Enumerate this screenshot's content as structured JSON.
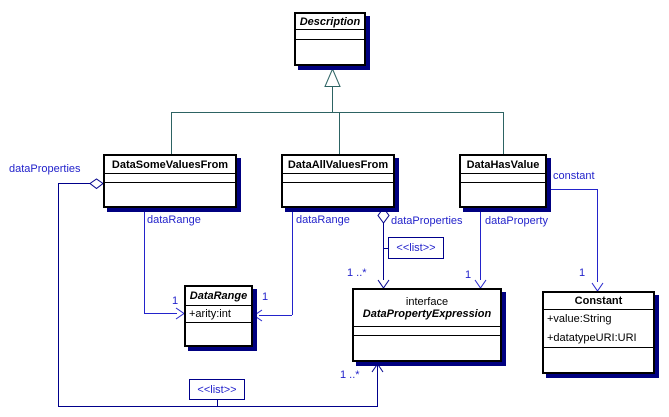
{
  "classes": [
    {
      "name": "Description",
      "abstract": true,
      "stereotype": "",
      "attributes": []
    },
    {
      "name": "DataSomeValuesFrom",
      "abstract": false,
      "stereotype": "",
      "attributes": []
    },
    {
      "name": "DataAllValuesFrom",
      "abstract": false,
      "stereotype": "",
      "attributes": []
    },
    {
      "name": "DataHasValue",
      "abstract": false,
      "stereotype": "",
      "attributes": []
    },
    {
      "name": "DataRange",
      "abstract": true,
      "stereotype": "",
      "attributes": [
        "+arity:int"
      ]
    },
    {
      "name": "DataPropertyExpression",
      "abstract": true,
      "stereotype": "interface",
      "attributes": []
    },
    {
      "name": "Constant",
      "abstract": false,
      "stereotype": "",
      "attributes": [
        "+value:String",
        "+datatypeURI:URI"
      ]
    }
  ],
  "labels": {
    "dataproperties_left": "dataProperties",
    "datarange_left": "dataRange",
    "datarange_right": "dataRange",
    "dataproperties_right": "dataProperties",
    "dataproperty": "dataProperty",
    "constant": "constant"
  },
  "multiplicities": {
    "datarange_left": "1",
    "datarange_right": "1",
    "dpe_top_left": "1 ..*",
    "dpe_top_right": "1",
    "constant_top": "1",
    "dpe_bottom": "1 ..*"
  },
  "stereotype_boxes": {
    "upper": "<<list>>",
    "lower": "<<list>>"
  },
  "colors": {
    "association": "#2323cb",
    "aggregation": "#00008b",
    "generalization": "#2d6363",
    "shadow": "#000080",
    "border": "#000000",
    "background": "#ffffff",
    "label": "#2323cb"
  }
}
